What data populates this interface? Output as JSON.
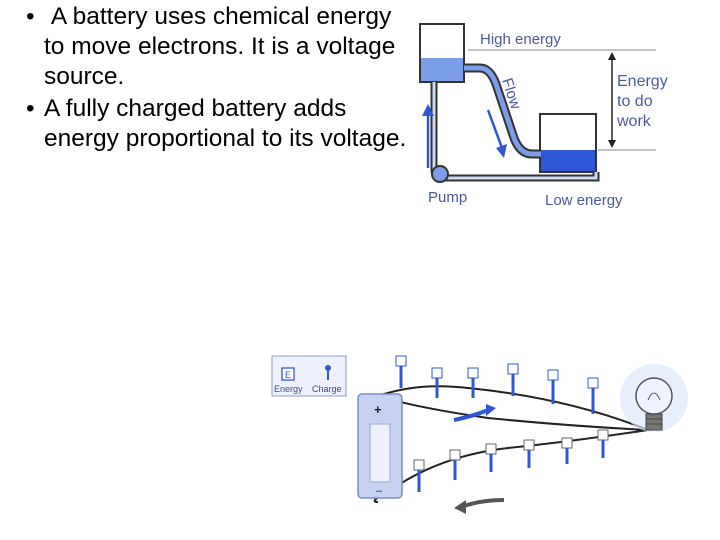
{
  "bullets": [
    {
      "marker": "•",
      "text": " A battery uses chemical energy to move electrons. It is a voltage source."
    },
    {
      "marker": "•",
      "text": "A fully charged battery adds energy proportional to its voltage."
    }
  ],
  "water_diagram": {
    "high_energy_label": "High energy",
    "low_energy_label": "Low energy",
    "flow_label": "Flow",
    "energy_work_label": [
      "Energy",
      "to do",
      "work"
    ],
    "pump_label": "Pump",
    "water_color": "#3a6fd8",
    "label_color": "#4a5a9a"
  },
  "circuit_diagram": {
    "legend_energy_label": "Energy",
    "legend_charge_label": "Charge",
    "legend_symbol": "E",
    "plus_label": "+",
    "minus_label": "–",
    "charge_color": "#2f56d6"
  }
}
